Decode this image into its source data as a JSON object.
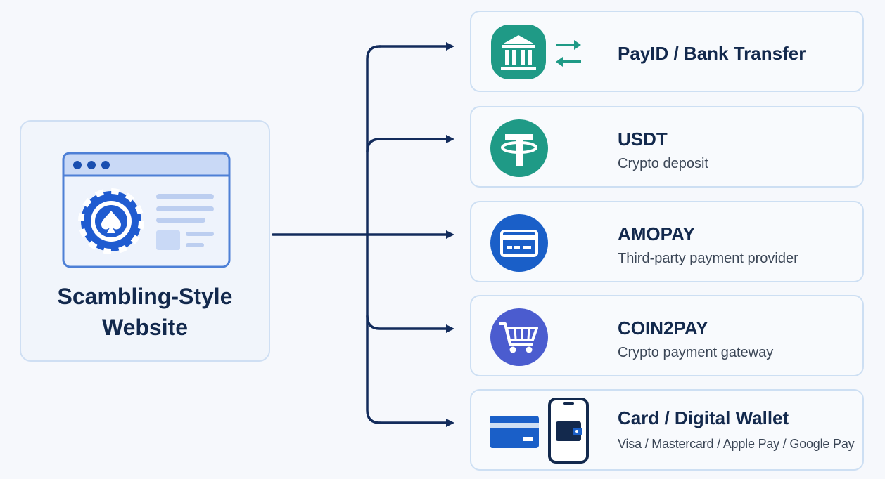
{
  "source": {
    "title_line1": "Scambling-Style",
    "title_line2": "Website"
  },
  "methods": [
    {
      "name": "PayID / Bank Transfer",
      "description": "",
      "icon": "bank-transfer-icon",
      "color": "#1f9a86"
    },
    {
      "name": "USDT",
      "description": "Crypto deposit",
      "icon": "tether-icon",
      "color": "#1f9a86"
    },
    {
      "name": "AMOPAY",
      "description": "Third-party payment provider",
      "icon": "credit-card-icon",
      "color": "#1a5fc8"
    },
    {
      "name": "COIN2PAY",
      "description": "Crypto payment gateway",
      "icon": "shopping-cart-icon",
      "color": "#4b5ccf"
    },
    {
      "name": "Card / Digital Wallet",
      "description": "Visa / Mastercard / Apple Pay / Google Pay",
      "icon": "card-and-wallet-icon",
      "color": "#1a5fc8"
    }
  ],
  "colors": {
    "connector": "#132c5c",
    "accent_light": "#cfdff3",
    "text_dark": "#13294d"
  }
}
